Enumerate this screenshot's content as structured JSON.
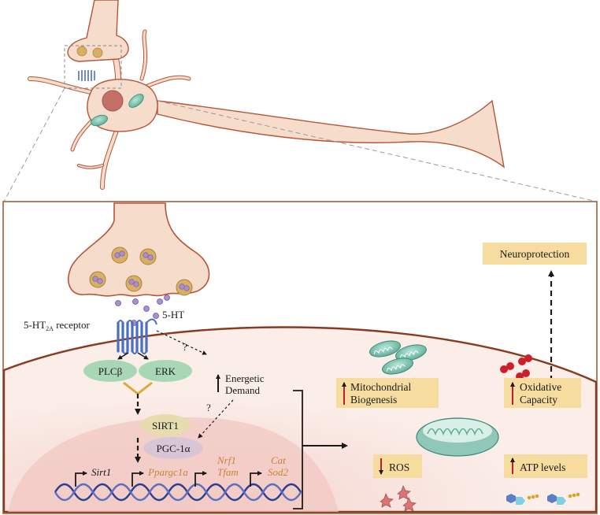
{
  "labels": {
    "receptor": "5-HT",
    "receptor_sub": "2A",
    "receptor_suffix": " receptor",
    "ligand": "5-HT",
    "plcb": "PLCβ",
    "erk": "ERK",
    "sirt1": "SIRT1",
    "pgc1a": "PGC-1α",
    "energetic_1": "Energetic",
    "energetic_2": "Demand",
    "q1": "?",
    "q2": "?"
  },
  "genes": {
    "sirt1": "Sirt1",
    "ppargc1a": "Ppargc1a",
    "nrf1": "Nrf1",
    "tfam": "Tfam",
    "cat": "Cat",
    "sod2": "Sod2"
  },
  "outcomes": {
    "neuroprotection": "Neuroprotection",
    "mito_1": "Mitochondrial",
    "mito_2": "Biogenesis",
    "oxid_1": "Oxidative",
    "oxid_2": "Capacity",
    "ros": "ROS",
    "atp": "ATP levels"
  },
  "colors": {
    "soma": "#f6dccb",
    "outline": "#b5553a",
    "nucleus": "#c66e69",
    "mito": "#8fd0bf",
    "receptor": "#4a6fc0",
    "vesicle": "#a98fd0",
    "box": "#f6dc9f",
    "up_arrow": "#c21a3a",
    "gene_orange": "#c8823a",
    "dna_blue": "#2c3f8f",
    "panel_border": "#a0623a"
  }
}
